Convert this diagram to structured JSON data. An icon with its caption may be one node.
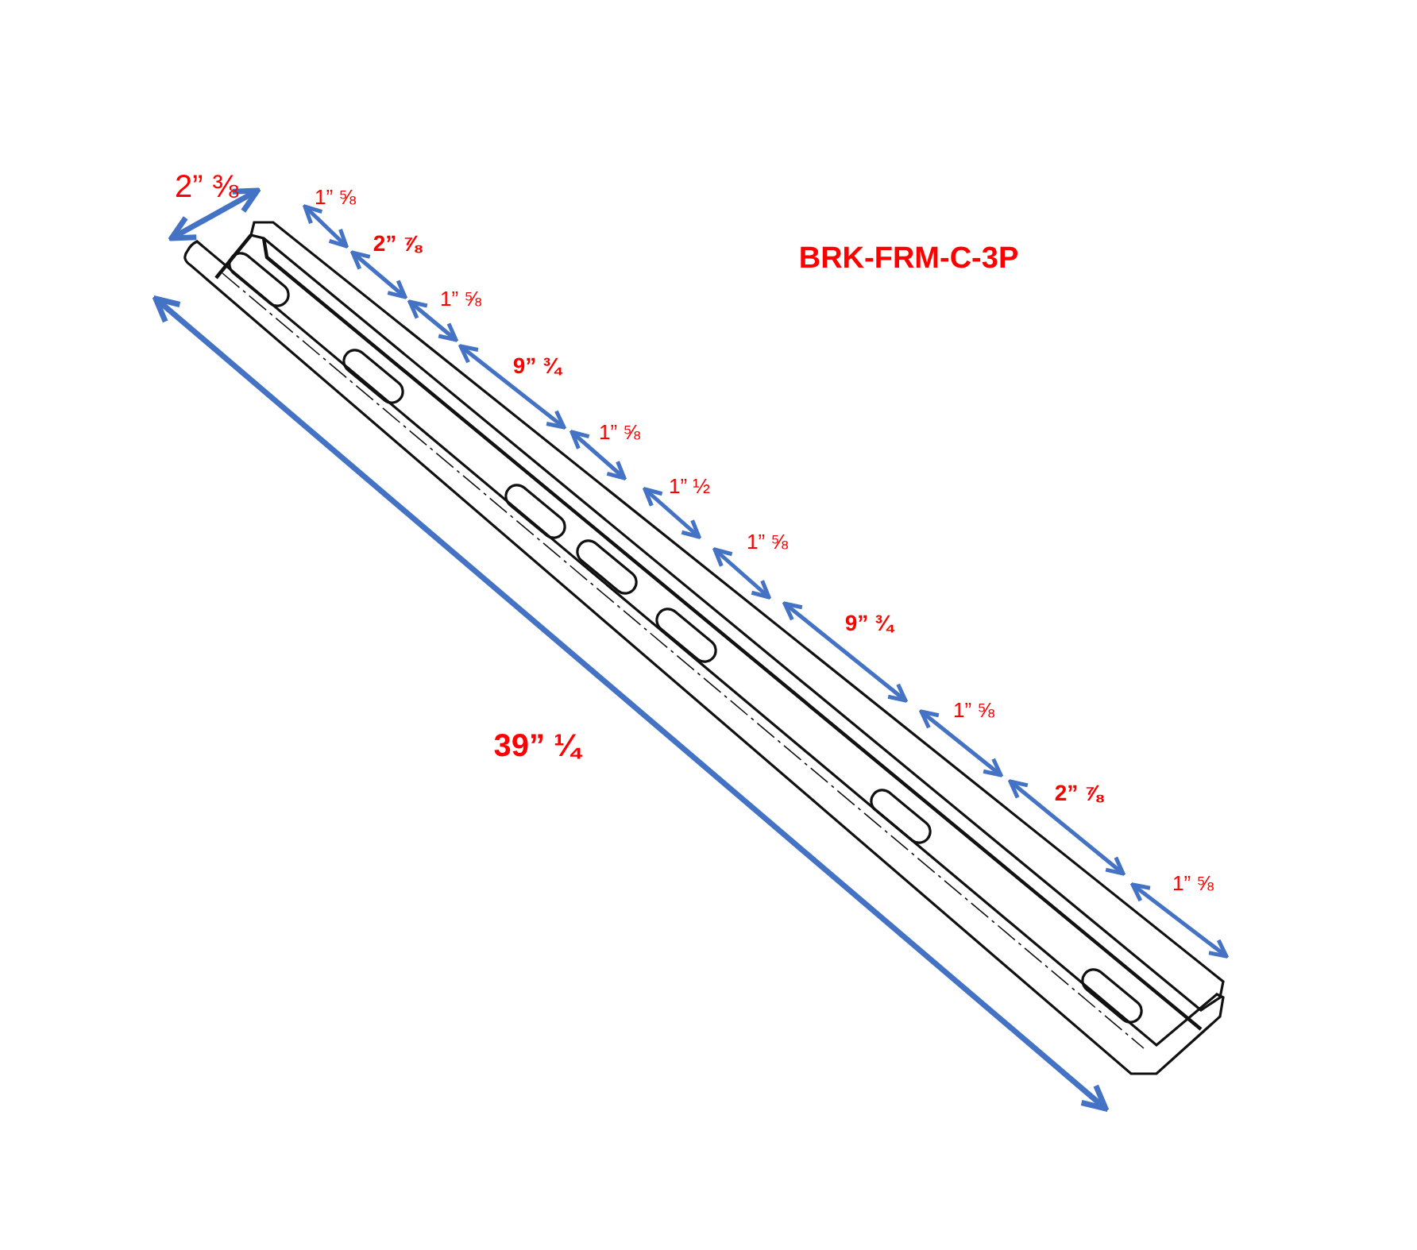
{
  "diagram": {
    "title": "BRK-FRM-C-3P",
    "labels": [
      "2” ⅜",
      "1” ⅝",
      "2” ⅞",
      "1” ⅝",
      "9” ¾",
      "1” ⅝",
      "1” ½",
      "1” ⅝",
      "9” ¾",
      "1” ⅝",
      "2” ⅞",
      "1” ⅝",
      "39” ¼"
    ]
  }
}
